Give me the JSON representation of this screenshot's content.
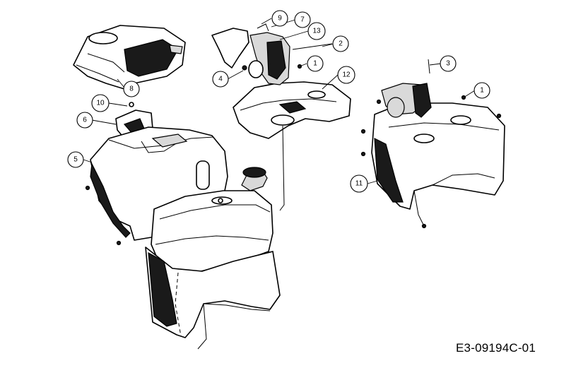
{
  "callouts": [
    {
      "num": "1"
    },
    {
      "num": "1"
    },
    {
      "num": "2"
    },
    {
      "num": "3"
    },
    {
      "num": "4"
    },
    {
      "num": "5"
    },
    {
      "num": "6"
    },
    {
      "num": "7"
    },
    {
      "num": "8"
    },
    {
      "num": "9"
    },
    {
      "num": "10"
    },
    {
      "num": "11"
    },
    {
      "num": "12"
    },
    {
      "num": "13"
    }
  ],
  "reference_code": "E3-09194C-01",
  "colors": {
    "line": "#000000",
    "background": "#ffffff",
    "shade": "#1a1a1a"
  }
}
